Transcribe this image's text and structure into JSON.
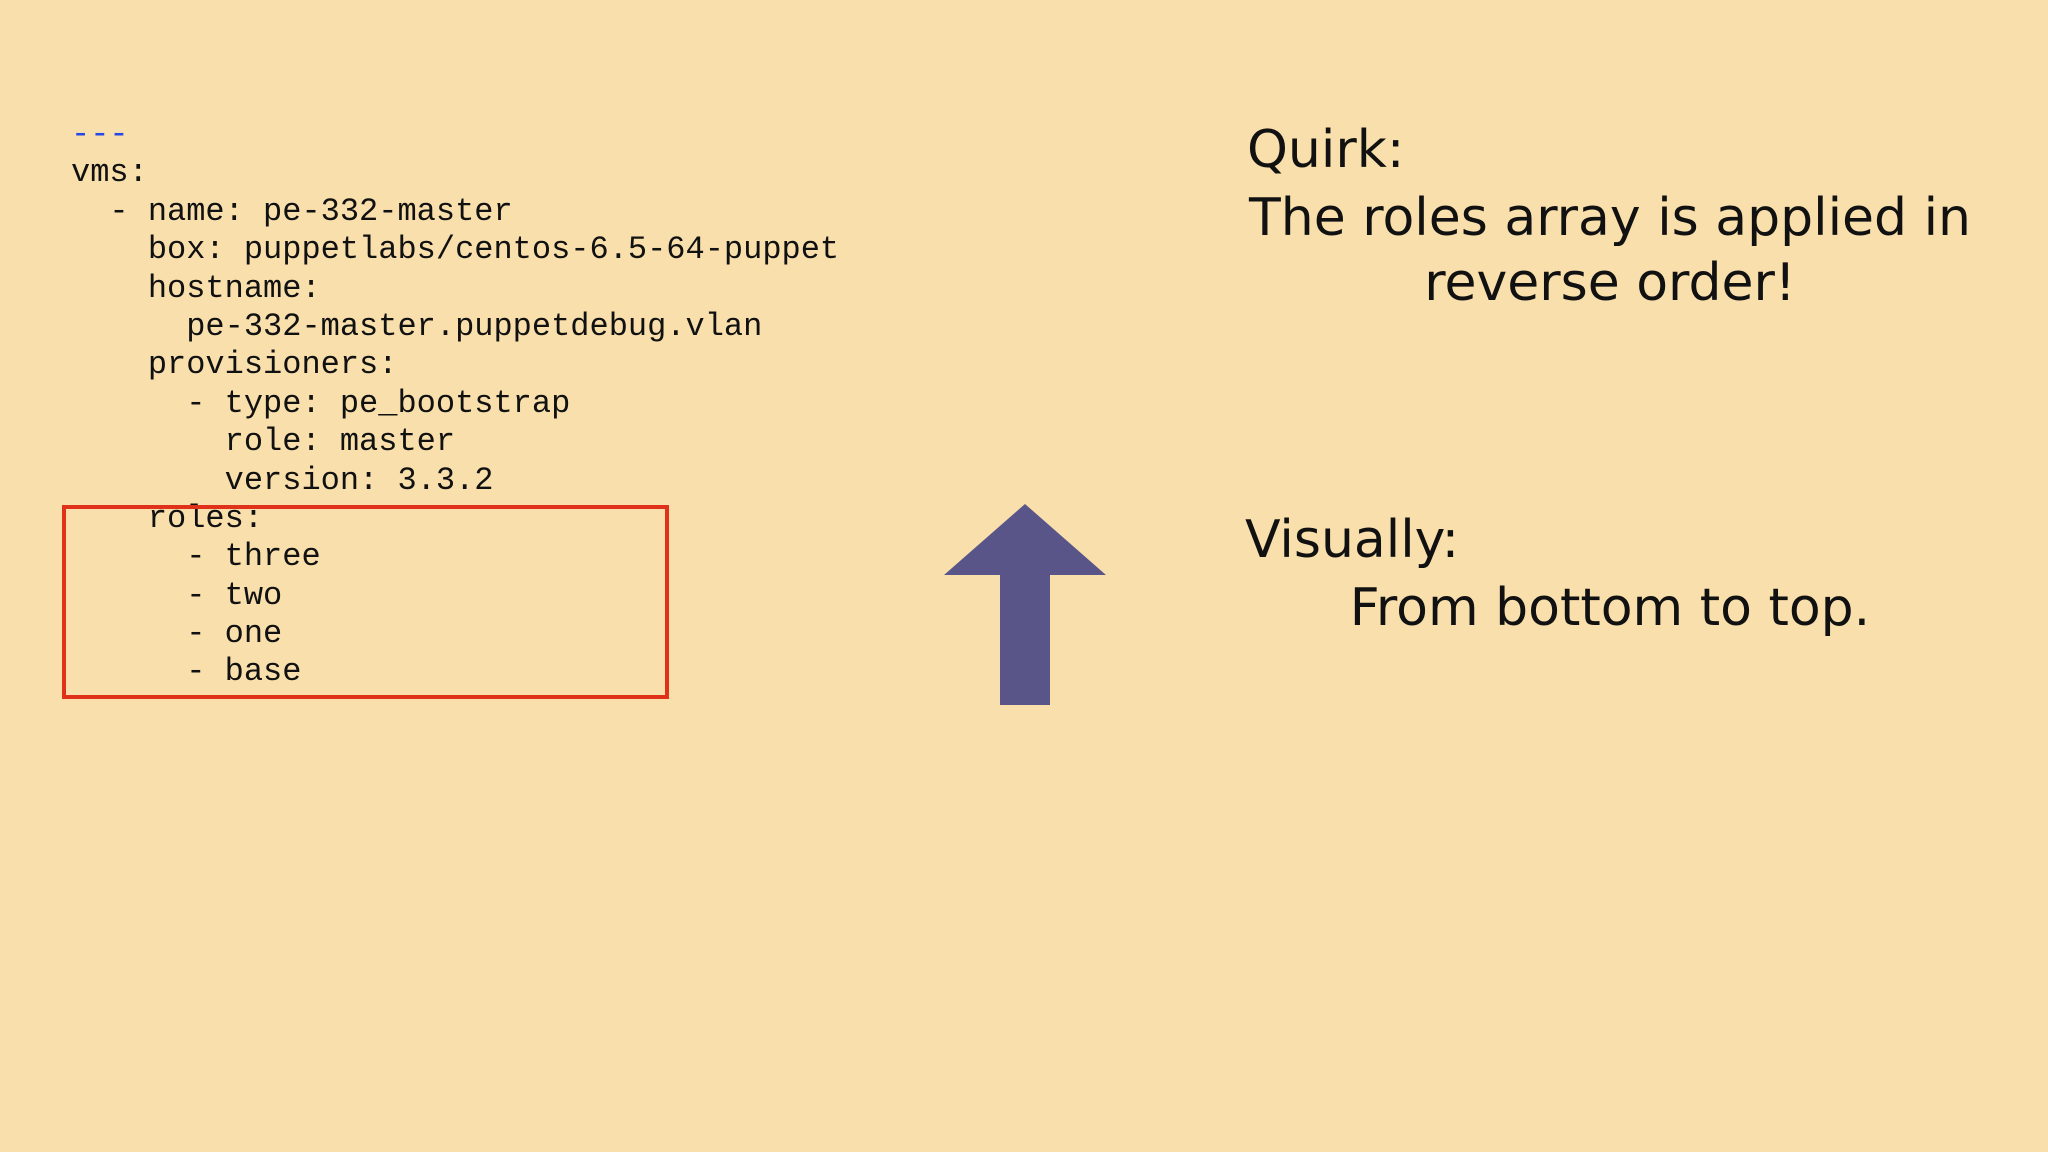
{
  "code": {
    "lines": [
      "---",
      "vms:",
      "  - name: pe-332-master",
      "    box: puppetlabs/centos-6.5-64-puppet",
      "    hostname:",
      "      pe-332-master.puppetdebug.vlan",
      "    provisioners:",
      "      - type: pe_bootstrap",
      "        role: master",
      "        version: 3.3.2",
      "    roles:",
      "      - three",
      "      - two",
      "      - one",
      "      - base"
    ]
  },
  "notes": {
    "quirk_heading": "Quirk:",
    "quirk_body": "The roles array is applied in reverse order!",
    "visually_heading": "Visually:",
    "visually_body": "From bottom to top."
  },
  "colors": {
    "background": "#f8dfac",
    "highlight_box": "#e0311a",
    "arrow": "#5a5589",
    "doc_separator": "#2747e6"
  },
  "icons": {
    "arrow": "up-arrow-icon"
  }
}
